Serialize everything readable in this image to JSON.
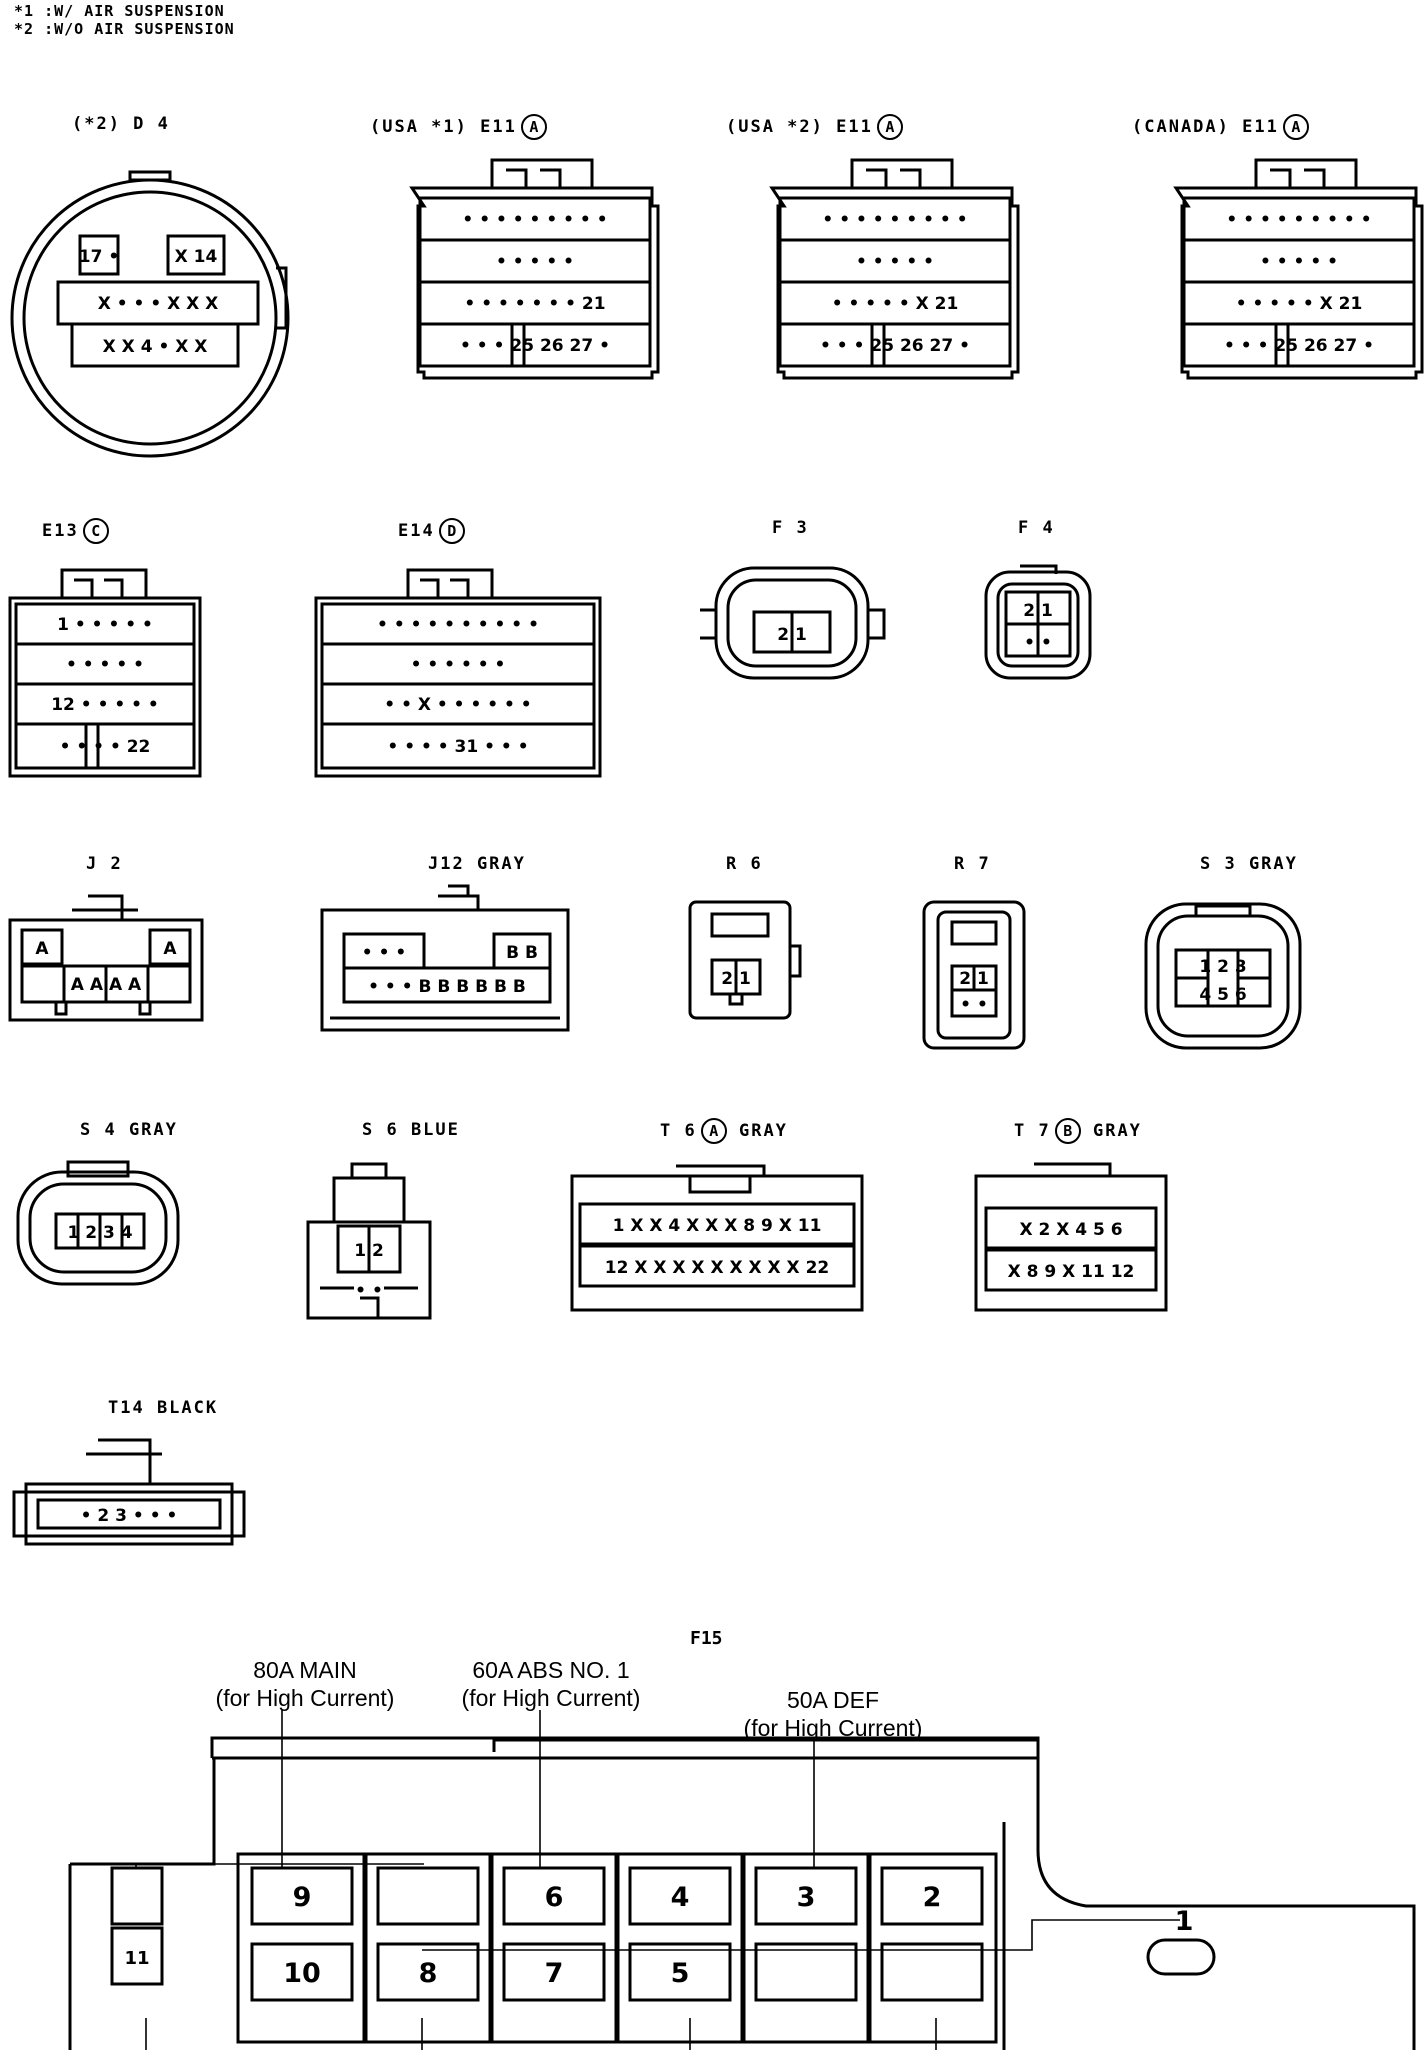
{
  "notes": [
    "*1 :W/ AIR SUSPENSION",
    "*2 :W/O AIR SUSPENSION"
  ],
  "connectors": [
    {
      "id": "d4",
      "label": "(*2) D 4",
      "badge": ""
    },
    {
      "id": "e11usa1",
      "label": "(USA *1) E11",
      "badge": "A"
    },
    {
      "id": "e11usa2",
      "label": "(USA *2) E11",
      "badge": "A"
    },
    {
      "id": "e11can",
      "label": "(CANADA) E11",
      "badge": "A"
    },
    {
      "id": "e13",
      "label": "E13",
      "badge": "C"
    },
    {
      "id": "e14",
      "label": "E14",
      "badge": "D"
    },
    {
      "id": "f3",
      "label": "F 3",
      "badge": ""
    },
    {
      "id": "f4",
      "label": "F 4",
      "badge": ""
    },
    {
      "id": "j2",
      "label": "J 2",
      "badge": ""
    },
    {
      "id": "j12",
      "label": "J12 GRAY",
      "badge": ""
    },
    {
      "id": "r6",
      "label": "R 6",
      "badge": ""
    },
    {
      "id": "r7",
      "label": "R 7",
      "badge": ""
    },
    {
      "id": "s3",
      "label": "S 3 GRAY",
      "badge": ""
    },
    {
      "id": "s4",
      "label": "S 4 GRAY",
      "badge": ""
    },
    {
      "id": "s6",
      "label": "S 6 BLUE",
      "badge": ""
    },
    {
      "id": "t6",
      "label": "T 6",
      "badge": "A",
      "suffix": "GRAY"
    },
    {
      "id": "t7",
      "label": "T 7",
      "badge": "B",
      "suffix": "GRAY"
    },
    {
      "id": "t14",
      "label": "T14 BLACK",
      "badge": ""
    }
  ],
  "fuse_block": {
    "title": "F15",
    "callouts": [
      {
        "line1": "80A MAIN",
        "line2": "(for High Current)"
      },
      {
        "line1": "60A ABS NO. 1",
        "line2": "(for High Current)"
      },
      {
        "line1": "50A DEF",
        "line2": "(for High Current)"
      }
    ],
    "terminal_numbers": [
      "1",
      "2",
      "3",
      "4",
      "5",
      "6",
      "7",
      "8",
      "9",
      "10",
      "11"
    ]
  }
}
